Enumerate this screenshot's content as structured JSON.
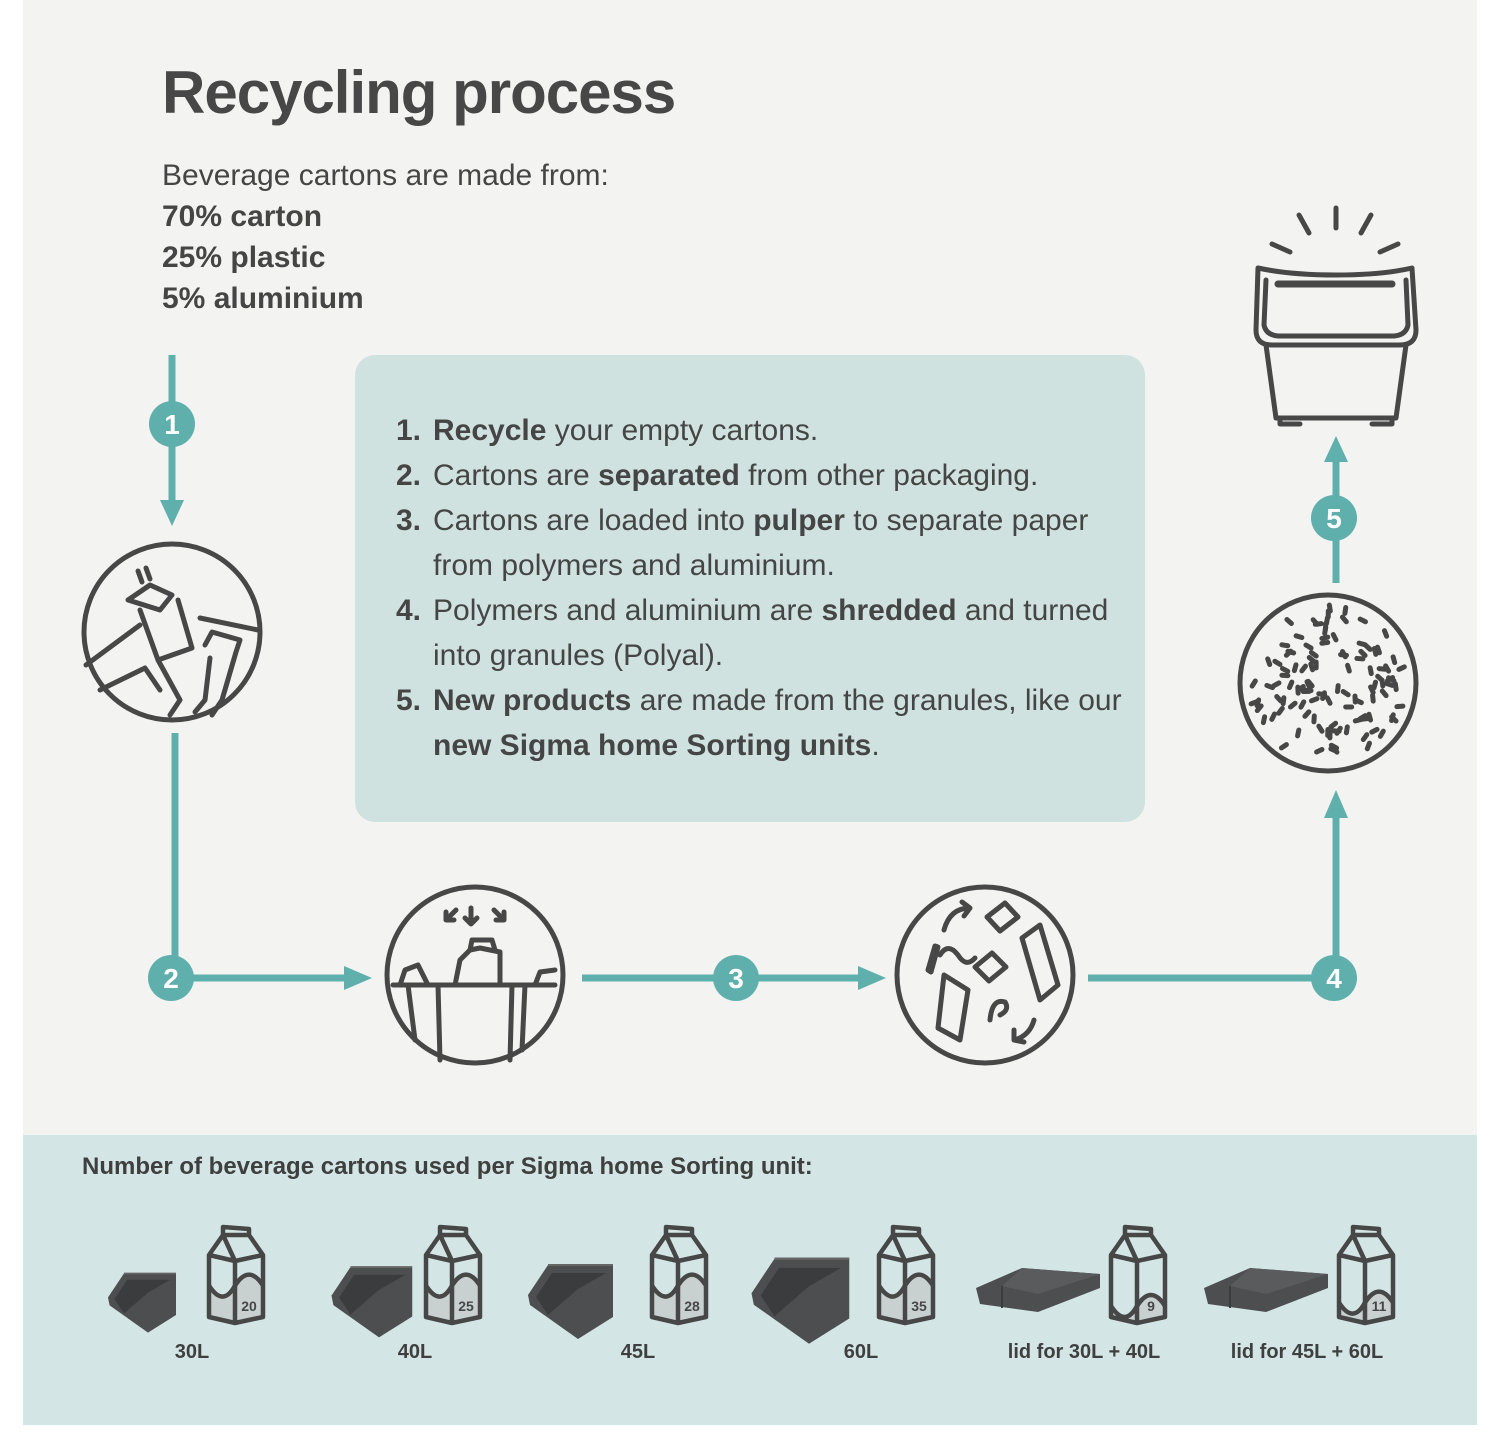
{
  "header": {
    "title": "Recycling process",
    "intro": "Beverage cartons are made from:",
    "materials": [
      "70% carton",
      "25% plastic",
      "5% aluminium"
    ]
  },
  "steps": [
    {
      "num": "1.",
      "parts": [
        {
          "t": "Recycle",
          "b": true
        },
        {
          "t": " your empty cartons.",
          "b": false
        }
      ]
    },
    {
      "num": "2.",
      "parts": [
        {
          "t": "Cartons are ",
          "b": false
        },
        {
          "t": "separated",
          "b": true
        },
        {
          "t": " from other packaging.",
          "b": false
        }
      ]
    },
    {
      "num": "3.",
      "parts": [
        {
          "t": "Cartons are loaded into ",
          "b": false
        },
        {
          "t": "pulper",
          "b": true
        },
        {
          "t": " to separate paper from polymers and aluminium.",
          "b": false
        }
      ]
    },
    {
      "num": "4.",
      "parts": [
        {
          "t": "Polymers and aluminium are ",
          "b": false
        },
        {
          "t": "shredded",
          "b": true
        },
        {
          "t": " and turned into granules (Polyal).",
          "b": false
        }
      ]
    },
    {
      "num": "5.",
      "parts": [
        {
          "t": "New products",
          "b": true
        },
        {
          "t": " are made from the granules, like our ",
          "b": false
        },
        {
          "t": "new Sigma home Sorting units",
          "b": true
        },
        {
          "t": ".",
          "b": false
        }
      ]
    }
  ],
  "flow": {
    "markers": [
      "1",
      "2",
      "3",
      "4",
      "5"
    ],
    "icons": [
      "carton-bin-icon",
      "collection-icon",
      "pulper-icon",
      "granules-icon",
      "sorting-unit-icon"
    ]
  },
  "bottom": {
    "title": "Number of beverage cartons used per Sigma home Sorting unit:",
    "products": [
      {
        "label": "30L",
        "cartons": "20",
        "kind": "bin",
        "fill": 0.55
      },
      {
        "label": "40L",
        "cartons": "25",
        "kind": "bin",
        "fill": 0.55
      },
      {
        "label": "45L",
        "cartons": "28",
        "kind": "bin",
        "fill": 0.55
      },
      {
        "label": "60L",
        "cartons": "35",
        "kind": "bin",
        "fill": 0.55
      },
      {
        "label": "lid for 30L + 40L",
        "cartons": "9",
        "kind": "lid",
        "fill": 0.25
      },
      {
        "label": "lid for 45L + 60L",
        "cartons": "11",
        "kind": "lid",
        "fill": 0.3
      }
    ]
  },
  "colors": {
    "accent": "#5fb0ad",
    "ink": "#474747",
    "panel": "#f3f3f2",
    "box": "#cfe2e0",
    "bottom": "#d3e6e5",
    "product": "#4d4e50",
    "carton_fill": "#c8d1d0"
  }
}
